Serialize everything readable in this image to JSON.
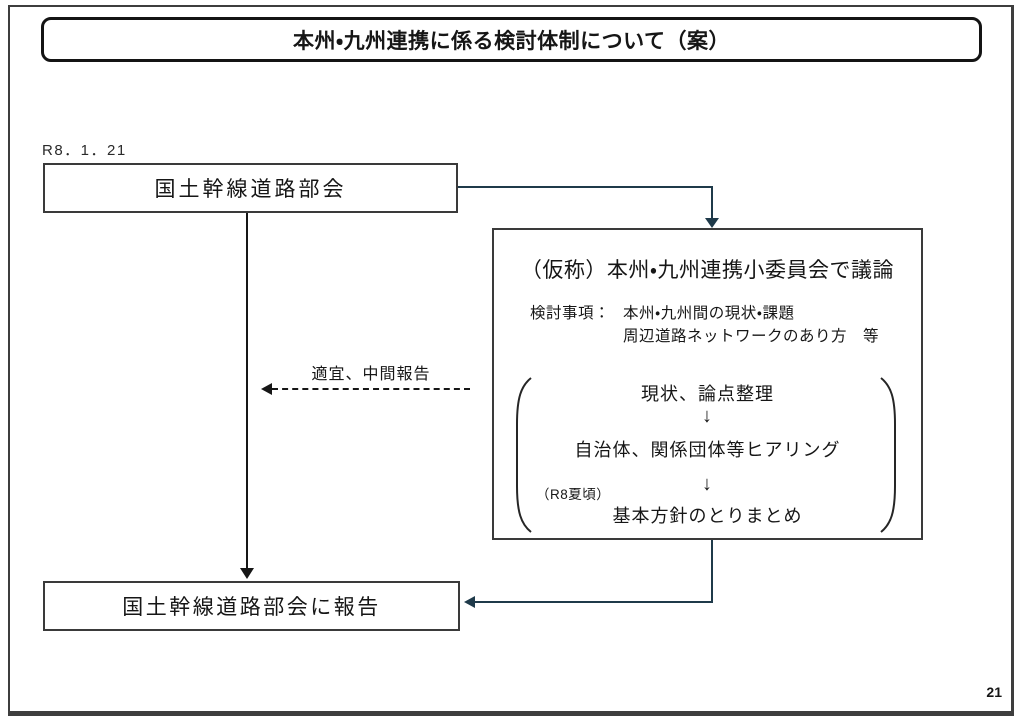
{
  "page": {
    "title": "本州・九州連携に係る検討体制について（案）",
    "date_label": "R8．1．21",
    "page_number": "21"
  },
  "nodes": {
    "council_box": "国土幹線道路部会",
    "report_box": "国土幹線道路部会に報告",
    "subcommittee": {
      "heading": "（仮称）本州・九州連携小委員会で議論",
      "agenda_label": "検討事項：",
      "agenda_items": [
        "本州・九州間の現状・課題",
        "周辺道路ネットワークのあり方　等"
      ],
      "process": {
        "steps": [
          "現状、論点整理",
          "自治体、関係団体等ヒアリング",
          "基本方針のとりまとめ"
        ],
        "step3_note": "（R8夏頃）",
        "arrow_glyph": "↓"
      }
    }
  },
  "labels": {
    "interim_report": "適宜、中間報告"
  },
  "colors": {
    "connector": "#1f3a4a",
    "line": "#161616"
  }
}
